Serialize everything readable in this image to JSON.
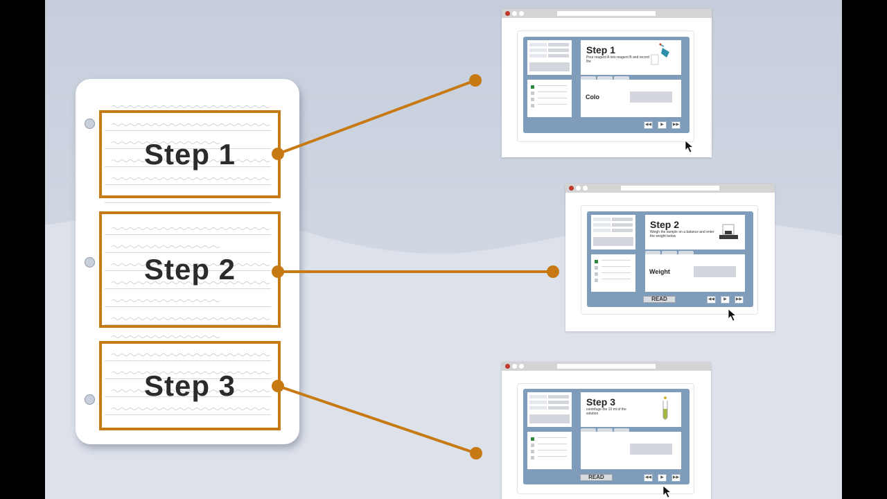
{
  "notebook": {
    "steps": [
      {
        "label": "Step 1"
      },
      {
        "label": "Step 2"
      },
      {
        "label": "Step 3"
      }
    ]
  },
  "windows": [
    {
      "step_title": "Step 1",
      "description": "Pour reagent A into reagent B and record the",
      "field_label": "Colo",
      "read_button": ""
    },
    {
      "step_title": "Step 2",
      "description": "Weigh the sample on a balance and enter the weight below",
      "field_label": "Weight",
      "read_button": "READ"
    },
    {
      "step_title": "Step 3",
      "description": "centrifuge the 10 ml of the solution",
      "field_label": "",
      "read_button": "READ"
    }
  ],
  "controls": {
    "rewind": "◀◀",
    "play": "▶",
    "forward": "▶▶"
  },
  "colors": {
    "accent": "#c77a14",
    "app_bg": "#7f9dbb",
    "checkbox_active": "#2f8a3e"
  },
  "icons": [
    "flask-icon",
    "balance-scale-icon",
    "test-tube-icon",
    "mouse-cursor-icon"
  ]
}
